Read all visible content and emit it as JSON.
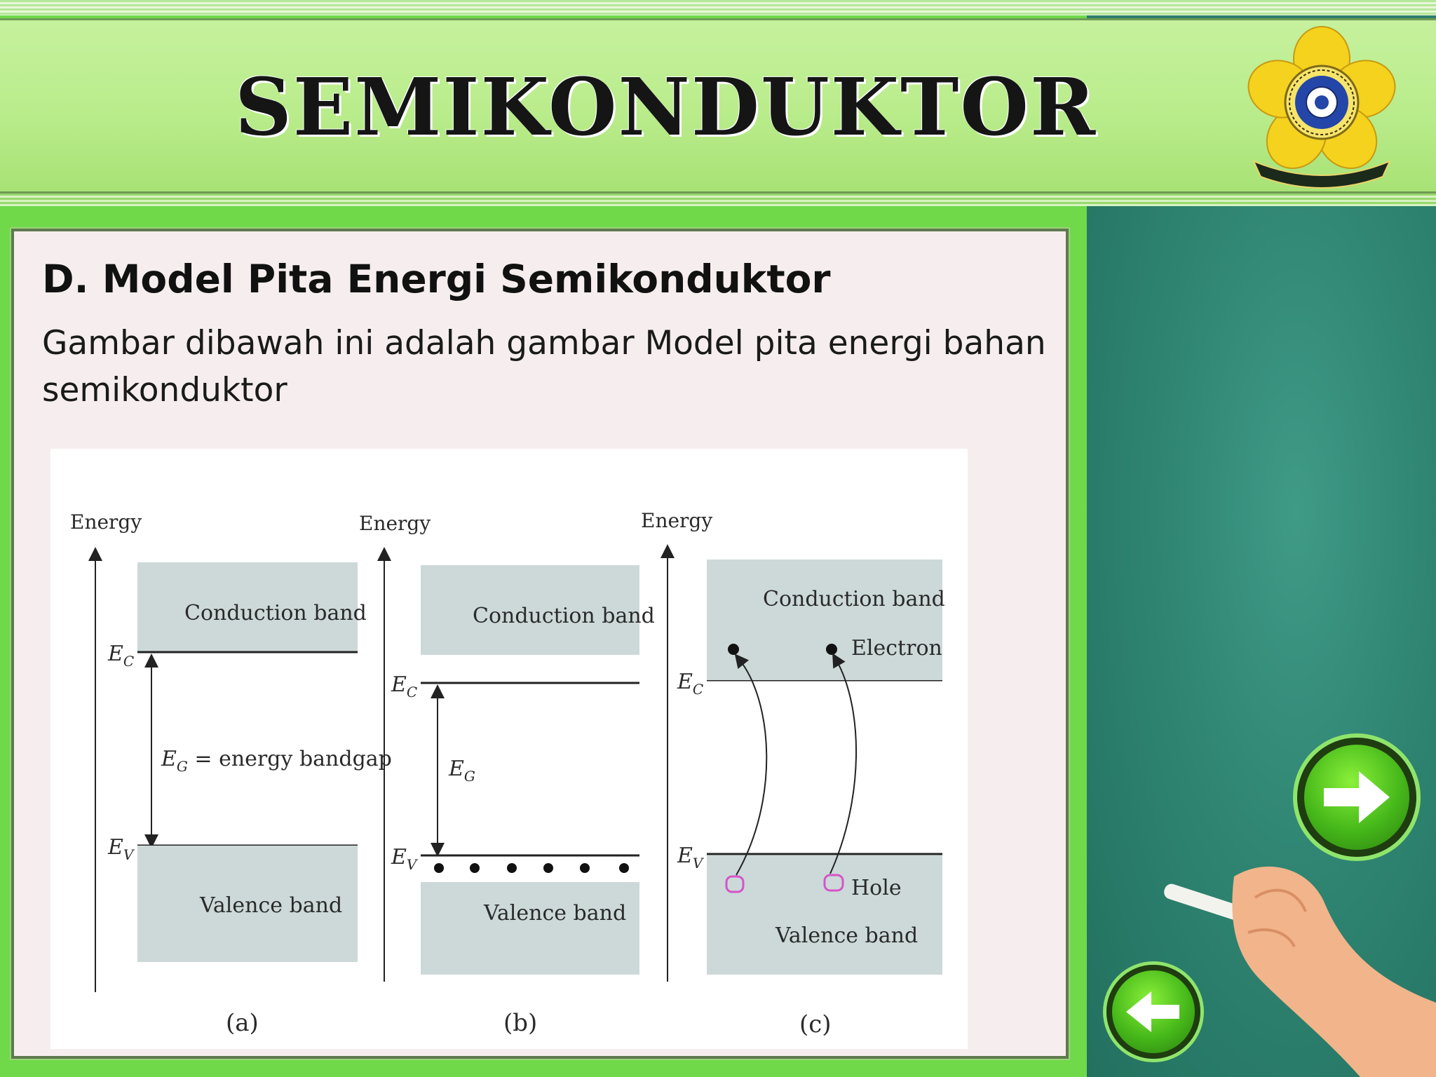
{
  "slide": {
    "title": "SEMIKONDUKTOR",
    "heading": "D. Model Pita Energi Semikonduktor",
    "body": "Gambar dibawah ini adalah gambar Model pita energi bahan semikonduktor",
    "logo_icon": "university-emblem-icon",
    "colors": {
      "header": "#b9ec8b",
      "board": "#2f8572",
      "panel": "#f6eeee",
      "button": "#46b81a"
    }
  },
  "figure": {
    "panel_a": {
      "axis_label": "Energy",
      "conduction_label": "Conduction band",
      "valence_label": "Valence band",
      "ec_main": "E",
      "ec_sub": "C",
      "ev_main": "E",
      "ev_sub": "V",
      "gap_main": "E",
      "gap_sub": "G",
      "gap_rest": " = energy bandgap",
      "caption": "(a)"
    },
    "panel_b": {
      "axis_label": "Energy",
      "conduction_label": "Conduction band",
      "valence_label": "Valence band",
      "ec_main": "E",
      "ec_sub": "C",
      "ev_main": "E",
      "ev_sub": "V",
      "gap_main": "E",
      "gap_sub": "G",
      "caption": "(b)"
    },
    "panel_c": {
      "axis_label": "Energy",
      "conduction_label": "Conduction band",
      "valence_label": "Valence band",
      "electron_label": "Electron",
      "hole_label": "Hole",
      "ec_main": "E",
      "ec_sub": "C",
      "ev_main": "E",
      "ev_sub": "V",
      "caption": "(c)"
    }
  },
  "nav": {
    "next_icon": "arrow-right-icon",
    "back_icon": "arrow-left-icon"
  }
}
